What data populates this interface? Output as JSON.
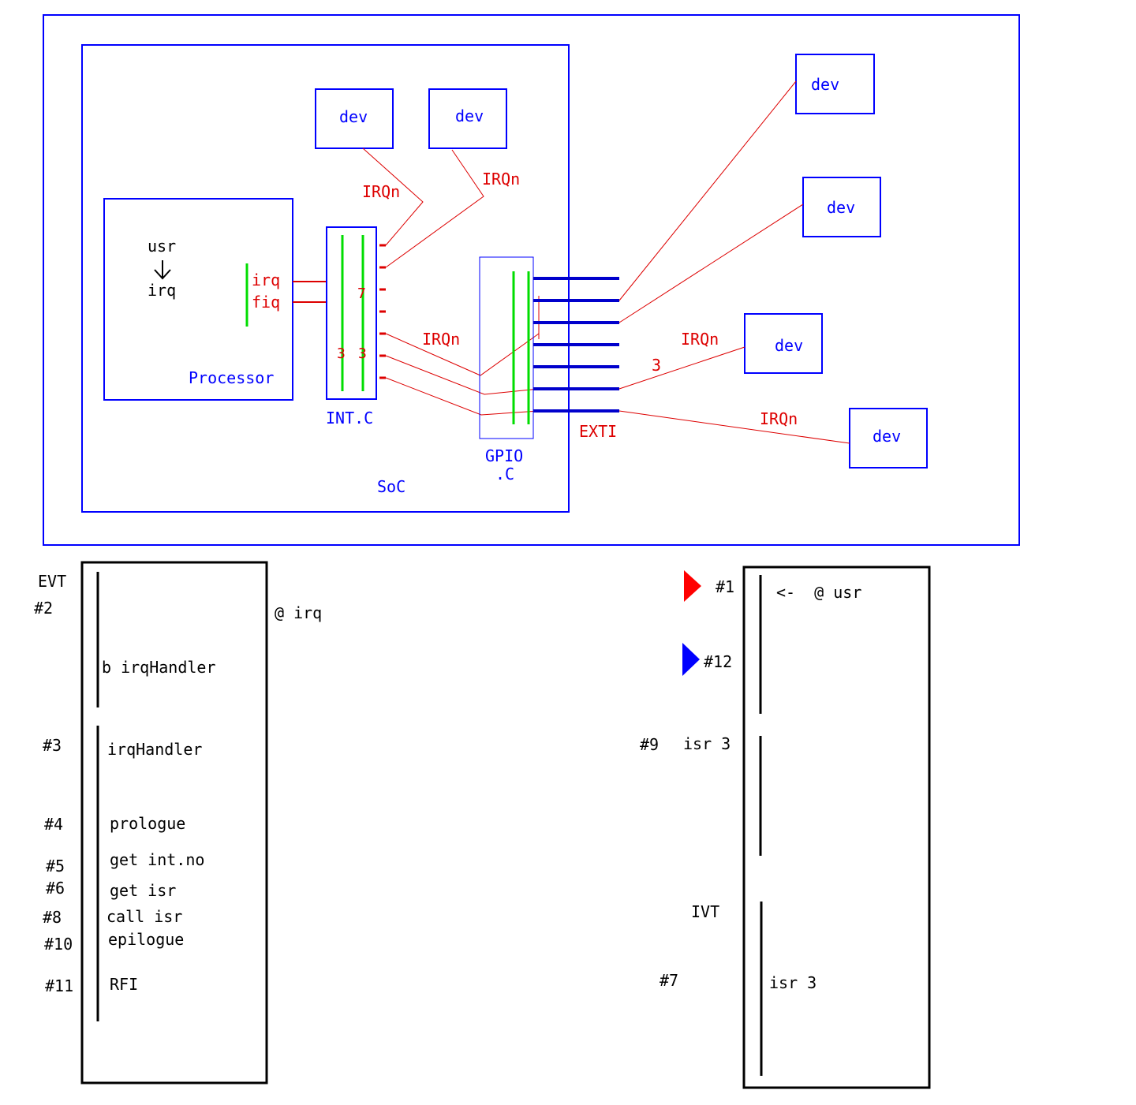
{
  "colors": {
    "blue": "#0000ff",
    "red": "#dd0000",
    "black": "#000000",
    "green": "#00dd00",
    "darkblue": "#0000cc"
  },
  "soc": {
    "label": "SoC",
    "processor": {
      "label": "Processor",
      "mode_from": "usr",
      "mode_to": "irq",
      "line_irq": "irq",
      "line_fiq": "fiq"
    },
    "intc": {
      "label": "INT.C",
      "n7": "7",
      "n3a": "3",
      "n3b": "3"
    },
    "gpio": {
      "label_line1": "GPIO",
      "label_line2": ".C"
    },
    "exti": "EXTI",
    "inner_devs": [
      {
        "label": "dev"
      },
      {
        "label": "dev"
      }
    ],
    "inner_irqn": [
      "IRQn",
      "IRQn",
      "IRQn"
    ]
  },
  "external": {
    "devs": [
      {
        "label": "dev"
      },
      {
        "label": "dev"
      },
      {
        "label": "dev"
      },
      {
        "label": "dev"
      }
    ],
    "irqn_a": "IRQn",
    "irqn_b": "IRQn",
    "pin_3": "3"
  },
  "evt": {
    "label": "EVT",
    "mode_note": "@ irq",
    "steps": [
      {
        "num": "#2",
        "text": "b irqHandler"
      },
      {
        "num": "#3",
        "text": "irqHandler"
      },
      {
        "num": "#4",
        "text": "prologue"
      },
      {
        "num": "#5",
        "text": "get int.no"
      },
      {
        "num": "#6",
        "text": "get isr"
      },
      {
        "num": "#8",
        "text": "call isr"
      },
      {
        "num": "#10",
        "text": "epilogue"
      },
      {
        "num": "#11",
        "text": "RFI"
      }
    ]
  },
  "ivt": {
    "label": "IVT",
    "step1": "#1",
    "usr_note": "<-  @ usr",
    "step12": "#12",
    "step9": "#9",
    "isr_label_outer": "isr 3",
    "step7": "#7",
    "isr_entry": "isr 3"
  }
}
